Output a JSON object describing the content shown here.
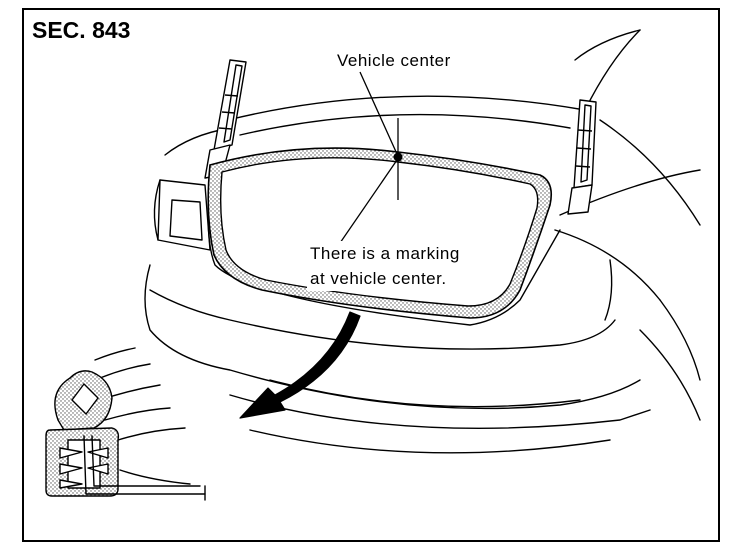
{
  "section_code": "SEC. 843",
  "callouts": {
    "vehicle_center": "Vehicle center",
    "marking_line1": "There is a marking",
    "marking_line2": "at vehicle center."
  },
  "colors": {
    "line": "#000000",
    "background": "#ffffff",
    "seal_fill": "#c8c8c8"
  }
}
